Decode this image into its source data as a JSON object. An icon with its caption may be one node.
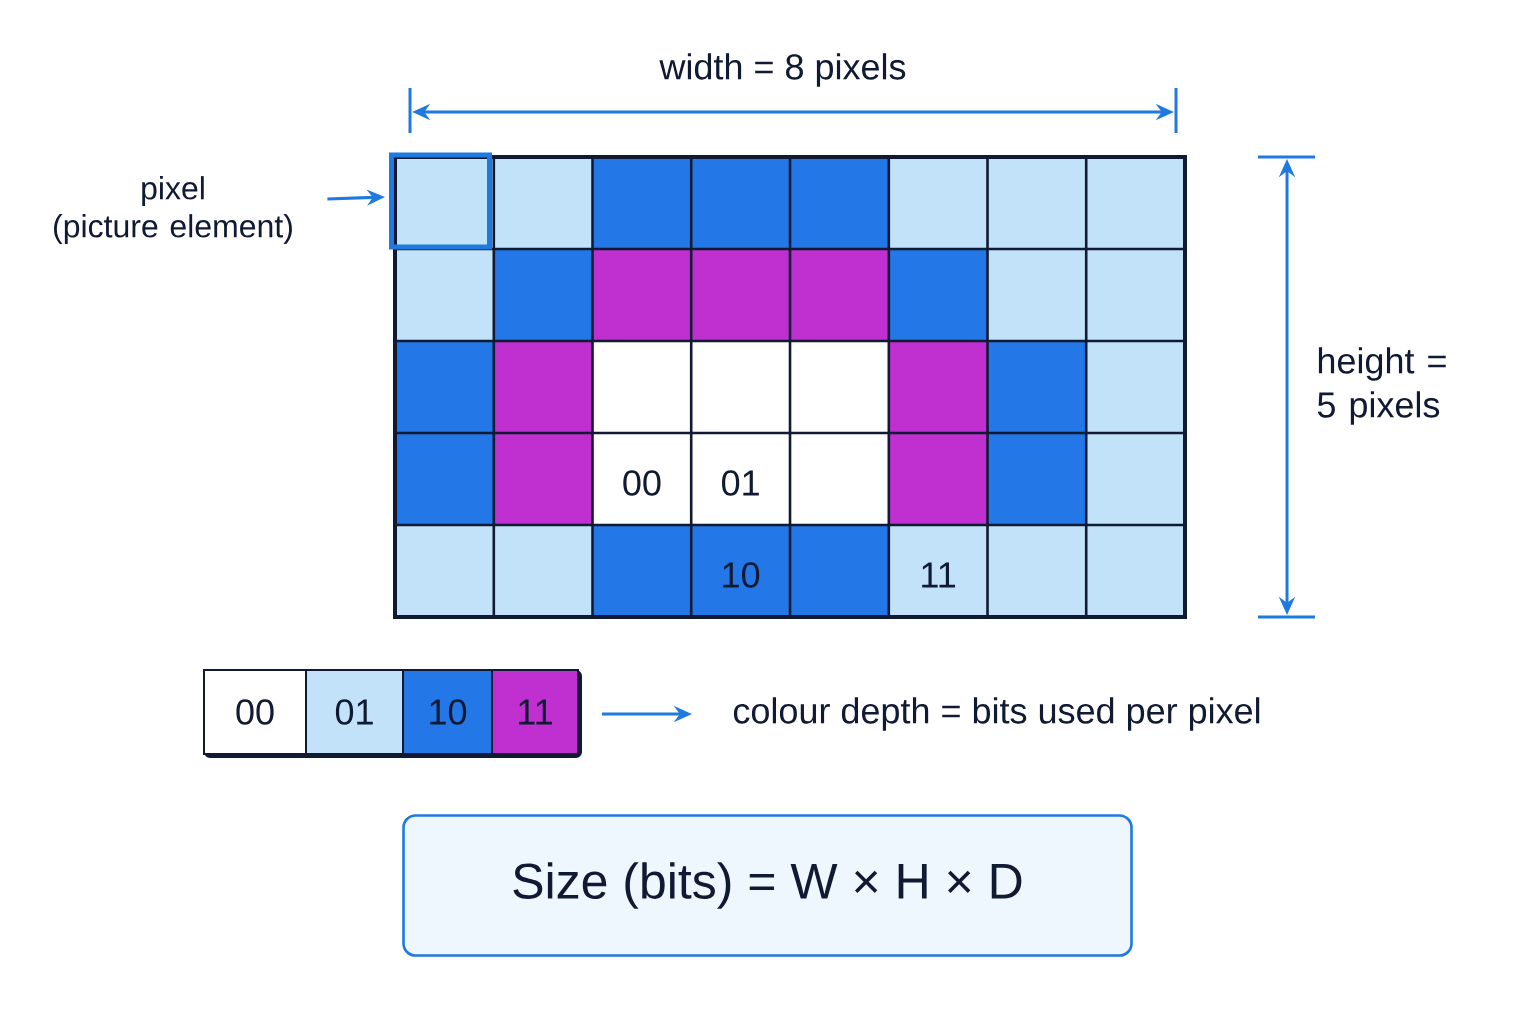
{
  "diagram": {
    "nodes": [
      {
        "text": [
          "pixel",
          "(picture element)"
        ]
      },
      {
        "text": [],
        "shape": "box"
      },
      {
        "text": [],
        "shape": "box",
        "in": 1
      },
      {
        "text": [],
        "shape": "bar"
      },
      {
        "text": [
          "00"
        ],
        "in": 3
      },
      {
        "text": [
          "01"
        ],
        "in": 3
      },
      {
        "text": [
          "10"
        ],
        "in": 3
      },
      {
        "text": [
          "11"
        ],
        "in": 3
      },
      {
        "text": [
          "colour depth = bits used per pixel"
        ]
      },
      {
        "text": [
          "Size (bits) = W × H × D"
        ]
      }
    ],
    "edges": [
      {
        "from": 0,
        "to": 2,
        "arrow": "to"
      },
      {
        "from": 3,
        "to": 8,
        "arrow": "to"
      }
    ],
    "labels": [
      "width = 8 pixels",
      "height = 5 pixels",
      "00",
      "01",
      "10",
      "11"
    ]
  }
}
